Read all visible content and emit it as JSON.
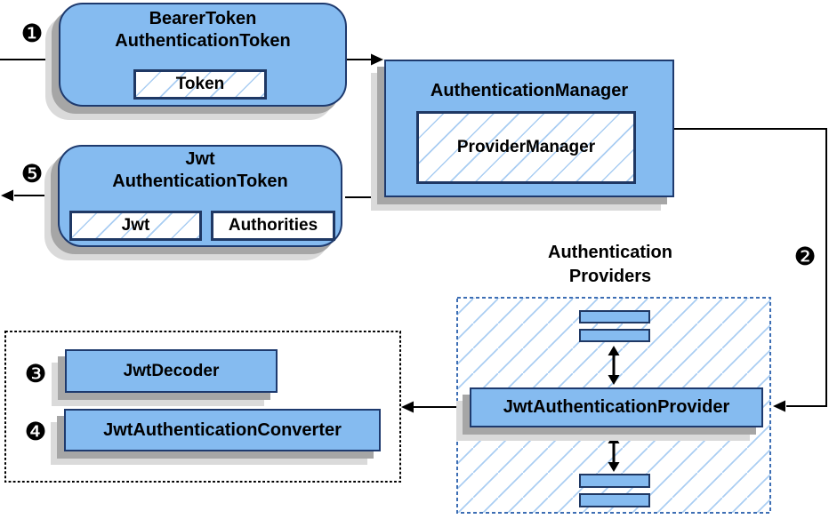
{
  "steps": {
    "s1": "❶",
    "s2": "❷",
    "s3": "❸",
    "s4": "❹",
    "s5": "❺"
  },
  "nodes": {
    "bearer_token": {
      "title_line1": "BearerToken",
      "title_line2": "AuthenticationToken",
      "chip": "Token"
    },
    "authentication_manager": {
      "title": "AuthenticationManager",
      "chip": "ProviderManager"
    },
    "jwt_authentication_token": {
      "title_line1": "Jwt",
      "title_line2": "AuthenticationToken",
      "chip_jwt": "Jwt",
      "chip_authorities": "Authorities"
    },
    "providers_group": {
      "label_line1": "Authentication",
      "label_line2": "Providers"
    },
    "jwt_authentication_provider": {
      "title": "JwtAuthenticationProvider"
    },
    "jwt_decoder": {
      "title": "JwtDecoder"
    },
    "jwt_authentication_converter": {
      "title": "JwtAuthenticationConverter"
    }
  },
  "colors": {
    "box_fill": "#85BBF0",
    "box_border": "#1E3A6E",
    "chip_border": "#1F3864",
    "hatch_line": "#A9CDF2",
    "providers_dashed_border": "#3D6EB4",
    "decoder_group_dashed_border": "#000000",
    "shadow_dark": "#A6A6A6",
    "shadow_light": "#DADADA",
    "arrow": "#000000",
    "background": "#FFFFFF"
  }
}
